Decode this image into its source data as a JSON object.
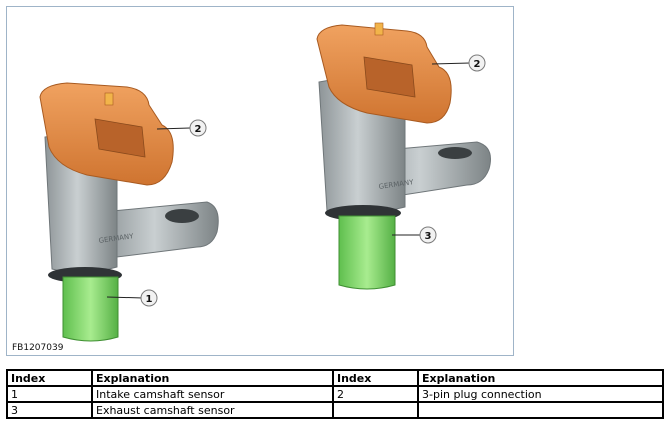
{
  "figure": {
    "id_label": "FB1207039",
    "callouts": [
      "1",
      "2",
      "3"
    ],
    "sensor_body_text": "GERMANY"
  },
  "legend": {
    "headers": [
      "Index",
      "Explanation",
      "Index",
      "Explanation"
    ],
    "rows": [
      [
        "1",
        "Intake camshaft sensor",
        "2",
        "3-pin plug connection"
      ],
      [
        "3",
        "Exhaust camshaft sensor",
        "",
        ""
      ]
    ]
  },
  "colors": {
    "connector": "#e0883f",
    "body": "#a7aeb1",
    "sensor_tip": "#7fd46a",
    "frame_border": "#9fb4c8"
  }
}
